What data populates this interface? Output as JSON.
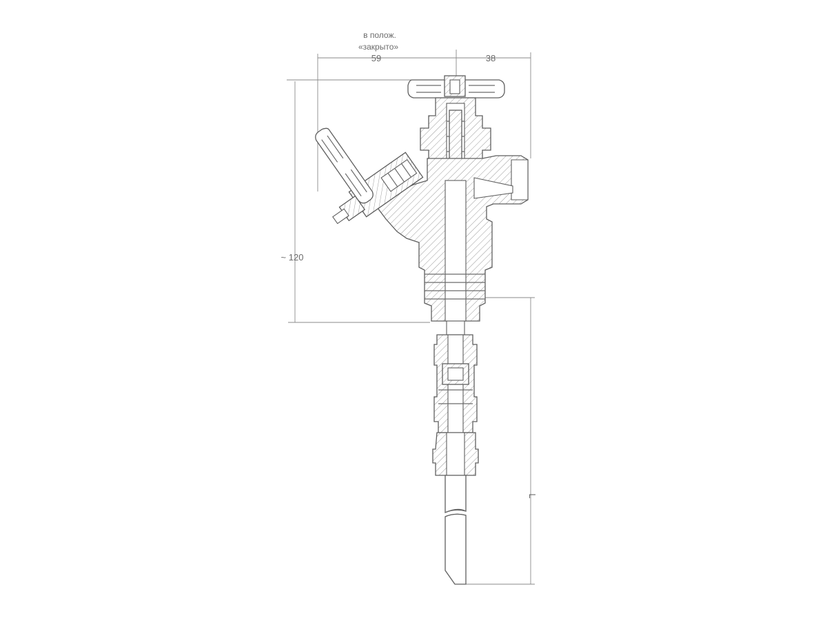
{
  "note": {
    "line1": "в полож.",
    "line2": "«закрыто»"
  },
  "dimensions": {
    "left_width": "59",
    "right_width": "38",
    "height": "~ 120",
    "length": "L"
  }
}
